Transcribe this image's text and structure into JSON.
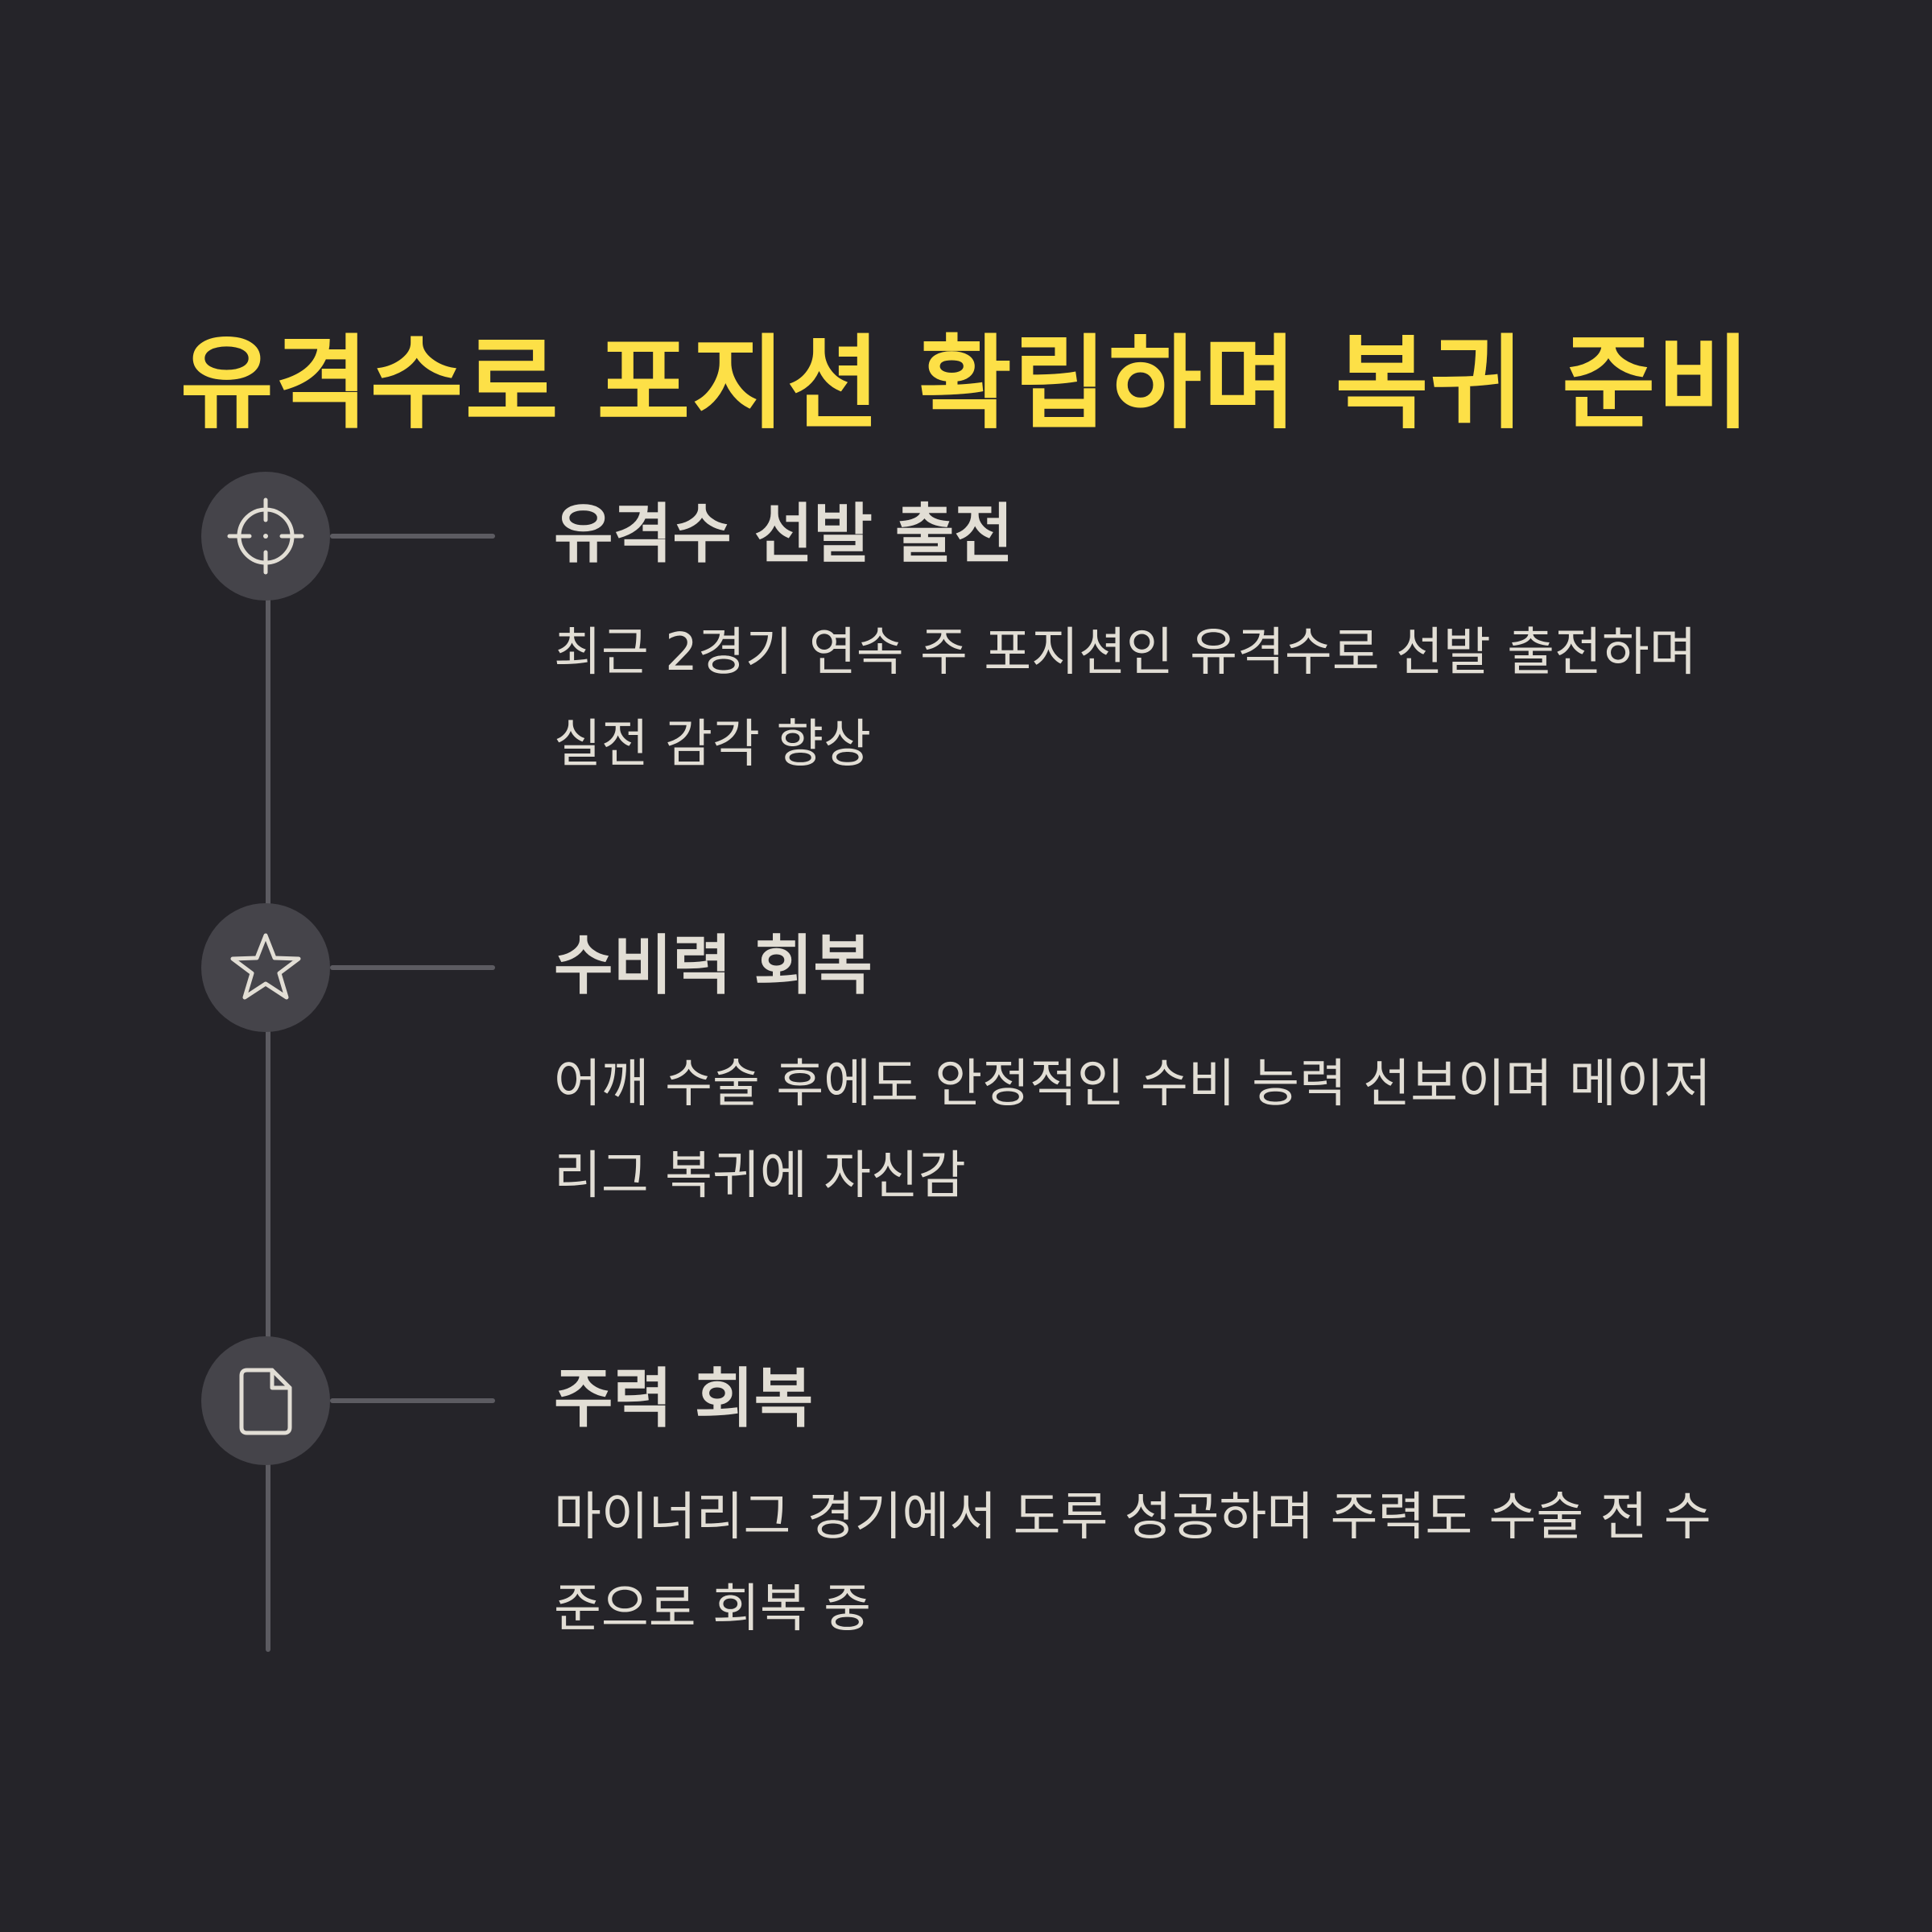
{
  "title": "유격수로 포지션 확립하며 복귀 준비",
  "colors": {
    "background": "#252429",
    "title": "#fde047",
    "text": "#e2ded5",
    "icon_circle": "#45444a",
    "line": "#5c5b61"
  },
  "items": [
    {
      "icon": "crosshair-icon",
      "title": "유격수 선발 출전",
      "description": "최근 2경기 연속 주 포지션인 유격수로 선발 출전하며 실전 감각 향상"
    },
    {
      "icon": "star-icon",
      "title": "수비력 회복",
      "description": "어깨 수술 후에도 안정적인 수비 능력 선보이며 메이저리그 복귀에 자신감"
    },
    {
      "icon": "file-icon",
      "title": "주력 회복",
      "description": "마이너리그 경기에서 도루 성공하며 주력도 수술 전 수준으로 회복 중"
    }
  ]
}
